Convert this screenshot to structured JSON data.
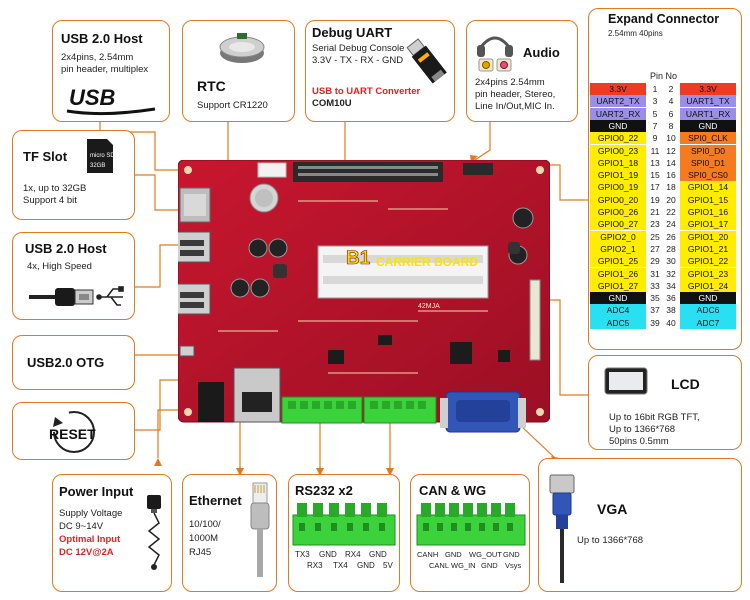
{
  "colors": {
    "accent_border": "#e07a1f",
    "board_red": "#b3132a",
    "pin_red": "#ee3b22",
    "pin_purple": "#9a8fe6",
    "pin_black": "#111111",
    "pin_yellow": "#ffec00",
    "pin_orange": "#f47b20",
    "pin_cyan": "#29e0f2",
    "terminal_green": "#3bd23b",
    "vga_blue": "#3256b8"
  },
  "usb_host_top": {
    "title": "USB 2.0 Host",
    "lines": [
      "2x4pins, 2.54mm",
      "pin header, multiplex"
    ],
    "logo": "USB",
    "icon": "usb-logo-icon"
  },
  "rtc": {
    "title": "RTC",
    "line": "Support  CR1220",
    "icon": "coin-cell-battery-icon"
  },
  "debug_uart": {
    "title": "Debug UART",
    "lines": [
      "Serial Debug Console",
      "3.3V - TX - RX - GND"
    ],
    "converter_label": "USB to UART Converter",
    "converter_model": "COM10U",
    "icon": "usb-uart-dongle-icon"
  },
  "audio": {
    "title": "Audio",
    "lines": [
      "2x4pins 2.54mm",
      "pin header, Stereo,",
      "Line In/Out,MIC In."
    ],
    "icon": "headphone-mic-icon"
  },
  "tf_slot": {
    "title": "TF Slot",
    "lines": [
      "1x, up to 32GB",
      "Support 4 bit"
    ],
    "icon": "microsd-card-icon",
    "card_text": "micro SD",
    "card_size": "32GB"
  },
  "usb_host_side": {
    "title": "USB 2.0 Host",
    "line": "4x, High Speed",
    "icon": "usb-plug-icon"
  },
  "usb_otg": {
    "title": "USB2.0 OTG"
  },
  "reset": {
    "label": "RESET",
    "icon": "reset-arrow-icon"
  },
  "power": {
    "title": "Power Input",
    "lines": [
      "Supply Voltage",
      "DC 9~14V"
    ],
    "optimal_label": "Optimal Input",
    "optimal_value": "DC 12V@2A",
    "icon": "power-adapter-icon"
  },
  "ethernet": {
    "title": "Ethernet",
    "lines": [
      "10/100/",
      "1000M",
      "RJ45"
    ],
    "icon": "rj45-cable-icon"
  },
  "rs232": {
    "title": "RS232 x2",
    "top_labels": [
      "TX3",
      "GND",
      "RX4",
      "GND"
    ],
    "bottom_labels": [
      "RX3",
      "TX4",
      "GND",
      "5V"
    ],
    "icon": "green-terminal-block-icon"
  },
  "can_wg": {
    "title": "CAN & WG",
    "top_labels": [
      "CANH",
      "GND",
      "WG_OUT",
      "GND"
    ],
    "bottom_labels": [
      "CANL",
      "WG_IN",
      "GND",
      "Vsys"
    ],
    "icon": "green-terminal-block-icon"
  },
  "vga": {
    "title": "VGA",
    "line": "Up to 1366*768",
    "icon": "vga-cable-icon"
  },
  "lcd": {
    "title": "LCD",
    "lines": [
      "Up to 16bit RGB TFT,",
      "Up to 1366*768",
      "50pins 0.5mm"
    ],
    "icon": "lcd-panel-icon"
  },
  "board": {
    "title_b1": "B1",
    "title_rest": "CARRIER BOARD",
    "silk_label": "42MJA"
  },
  "expand": {
    "title": "Expand Connector",
    "subtitle": "2.54mm 40pins",
    "pin_no_header": "Pin No",
    "rows": [
      {
        "l": "3.3V",
        "a": "1",
        "b": "2",
        "r": "3.3V",
        "lc": "red",
        "rc": "red"
      },
      {
        "l": "UART2_TX",
        "a": "3",
        "b": "4",
        "r": "UART1_TX",
        "lc": "purple",
        "rc": "purple"
      },
      {
        "l": "UART2_RX",
        "a": "5",
        "b": "6",
        "r": "UART1_RX",
        "lc": "purple",
        "rc": "purple"
      },
      {
        "l": "GND",
        "a": "7",
        "b": "8",
        "r": "GND",
        "lc": "black",
        "rc": "black"
      },
      {
        "l": "GPIO0_22",
        "a": "9",
        "b": "10",
        "r": "SPI0_CLK",
        "lc": "yellow",
        "rc": "orange"
      },
      {
        "l": "GPIO0_23",
        "a": "11",
        "b": "12",
        "r": "SPI0_D0",
        "lc": "yellow",
        "rc": "orange"
      },
      {
        "l": "GPIO1_18",
        "a": "13",
        "b": "14",
        "r": "SPI0_D1",
        "lc": "yellow",
        "rc": "orange"
      },
      {
        "l": "GPIO1_19",
        "a": "15",
        "b": "16",
        "r": "SPI0_CS0",
        "lc": "yellow",
        "rc": "orange"
      },
      {
        "l": "GPIO0_19",
        "a": "17",
        "b": "18",
        "r": "GPIO1_14",
        "lc": "yellow",
        "rc": "yellow"
      },
      {
        "l": "GPIO0_20",
        "a": "19",
        "b": "20",
        "r": "GPIO1_15",
        "lc": "yellow",
        "rc": "yellow"
      },
      {
        "l": "GPIO0_26",
        "a": "21",
        "b": "22",
        "r": "GPIO1_16",
        "lc": "yellow",
        "rc": "yellow"
      },
      {
        "l": "GPIO0_27",
        "a": "23",
        "b": "24",
        "r": "GPIO1_17",
        "lc": "yellow",
        "rc": "yellow"
      },
      {
        "l": "GPIO2_0",
        "a": "25",
        "b": "26",
        "r": "GPIO1_20",
        "lc": "yellow",
        "rc": "yellow"
      },
      {
        "l": "GPIO2_1",
        "a": "27",
        "b": "28",
        "r": "GPIO1_21",
        "lc": "yellow",
        "rc": "yellow"
      },
      {
        "l": "GPIO1_25",
        "a": "29",
        "b": "30",
        "r": "GPIO1_22",
        "lc": "yellow",
        "rc": "yellow"
      },
      {
        "l": "GPIO1_26",
        "a": "31",
        "b": "32",
        "r": "GPIO1_23",
        "lc": "yellow",
        "rc": "yellow"
      },
      {
        "l": "GPIO1_27",
        "a": "33",
        "b": "34",
        "r": "GPIO1_24",
        "lc": "yellow",
        "rc": "yellow"
      },
      {
        "l": "GND",
        "a": "35",
        "b": "36",
        "r": "GND",
        "lc": "black",
        "rc": "black"
      },
      {
        "l": "ADC4",
        "a": "37",
        "b": "38",
        "r": "ADC6",
        "lc": "cyan",
        "rc": "cyan"
      },
      {
        "l": "ADC5",
        "a": "39",
        "b": "40",
        "r": "ADC7",
        "lc": "cyan",
        "rc": "cyan"
      }
    ]
  }
}
